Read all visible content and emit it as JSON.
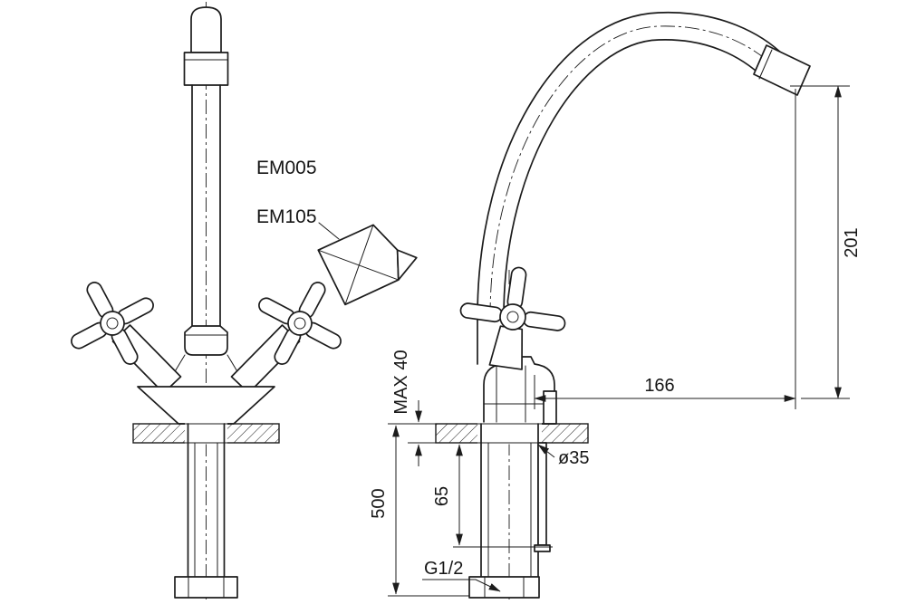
{
  "labels": {
    "model_a": "EM005",
    "model_b": "EM105",
    "max_thickness": "MAX 40",
    "spout_height": "201",
    "spout_reach": "166",
    "hole_diameter": "ø35",
    "stud_length": "65",
    "hose_length": "500",
    "thread_size": "G1/2"
  },
  "colors": {
    "line": "#1c1c1c",
    "background": "#ffffff"
  }
}
